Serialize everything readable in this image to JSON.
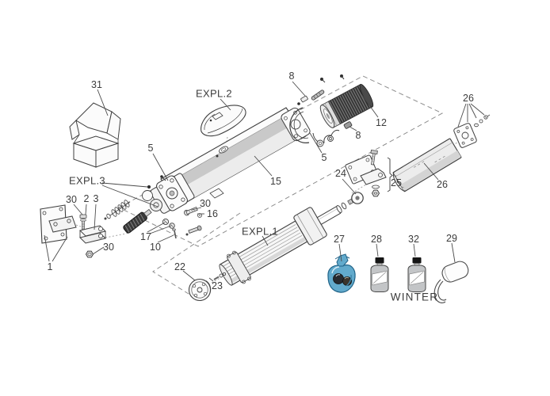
{
  "diagram": {
    "kind": "exploded-parts-diagram",
    "callouts": [
      {
        "text": "31"
      },
      {
        "text": "EXPL.2"
      },
      {
        "text": "8"
      },
      {
        "text": "12"
      },
      {
        "text": "8"
      },
      {
        "text": "5"
      },
      {
        "text": "5"
      },
      {
        "text": "15"
      },
      {
        "text": "EXPL.3"
      },
      {
        "text": "26"
      },
      {
        "text": "24"
      },
      {
        "text": "25"
      },
      {
        "text": "26"
      },
      {
        "text": "30"
      },
      {
        "text": "2"
      },
      {
        "text": "3"
      },
      {
        "text": "30"
      },
      {
        "text": "16"
      },
      {
        "text": "1"
      },
      {
        "text": "30"
      },
      {
        "text": "17"
      },
      {
        "text": "10"
      },
      {
        "text": "EXPL.1"
      },
      {
        "text": "22"
      },
      {
        "text": "23"
      },
      {
        "text": "27"
      },
      {
        "text": "28"
      },
      {
        "text": "32"
      },
      {
        "text": "29"
      }
    ],
    "bottle_32_caption": "WINTER",
    "colors": {
      "line": "#3f3f3f",
      "label_text": "#3c3c3c",
      "shade_light": "#ececec",
      "shade_mid": "#c9c9c9",
      "bag_blue": "#62aacc",
      "bag_outline": "#1f6287",
      "bottle_gray": "#c3c5c7",
      "cap_black": "#151515",
      "motor_rib_dark": "#2f2f2f",
      "motor_rib_light": "#6e6e6e"
    }
  }
}
